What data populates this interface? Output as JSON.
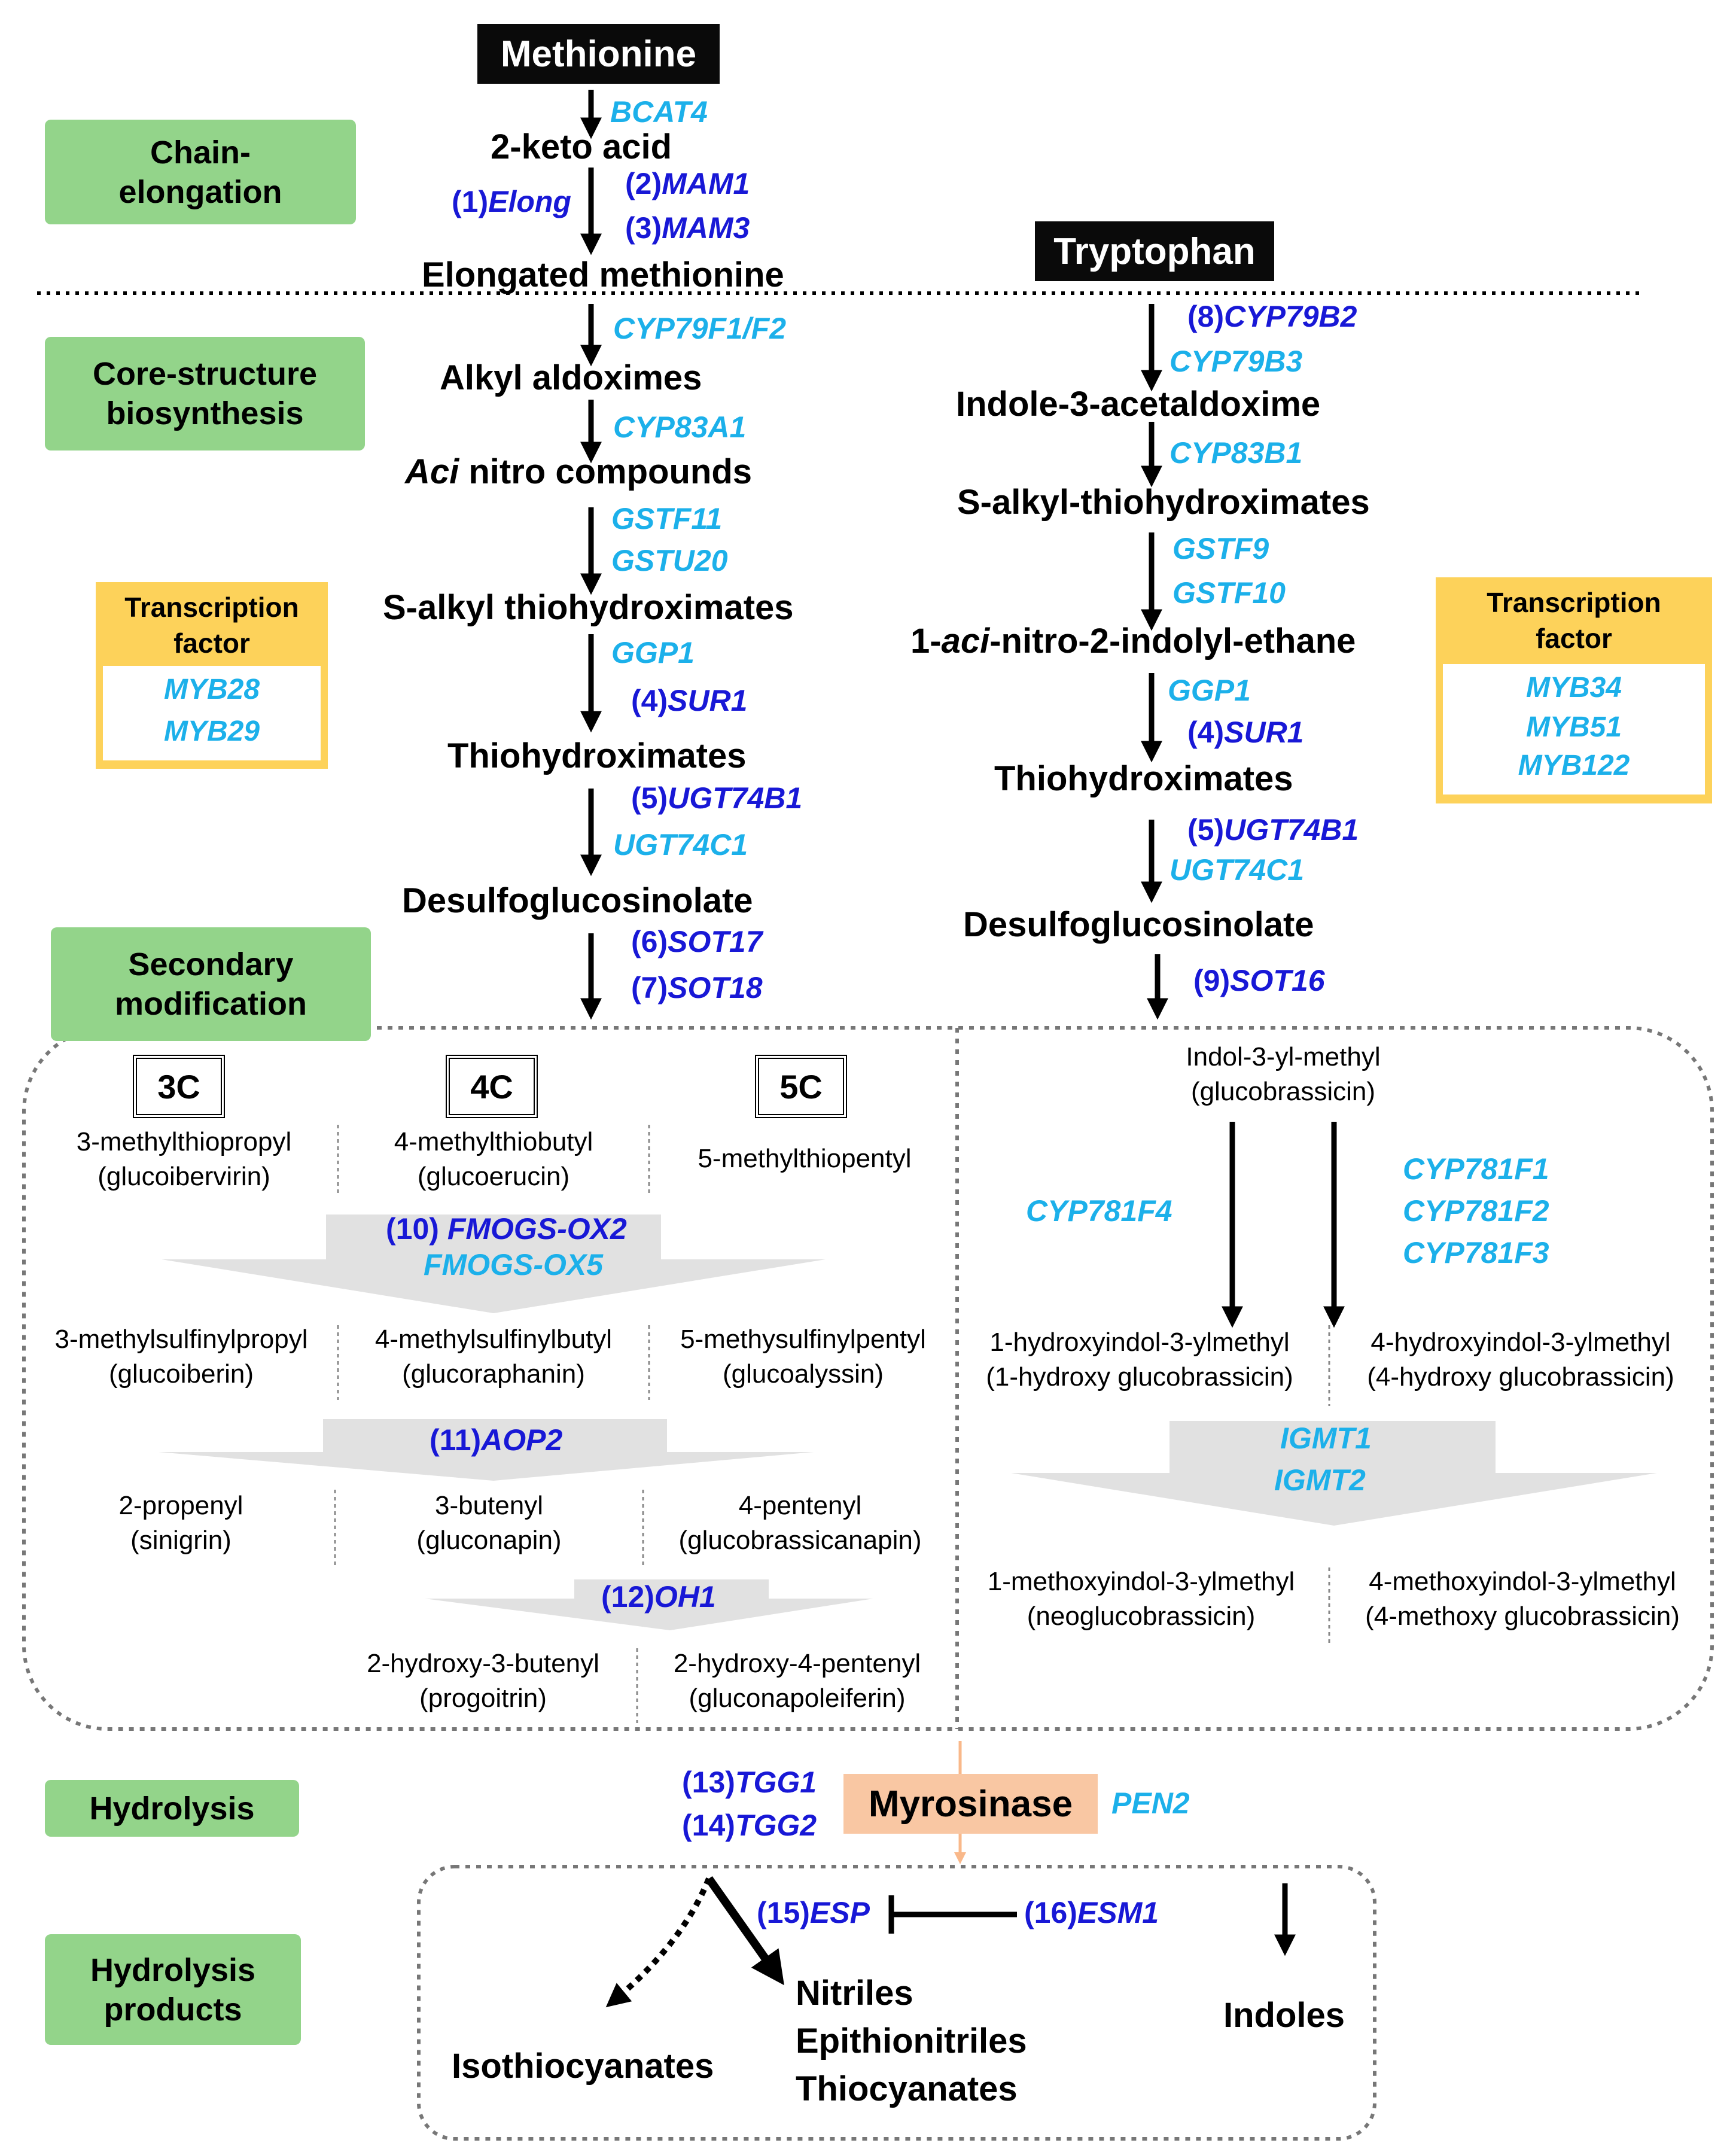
{
  "stages": {
    "chain_elongation": "Chain-\nelongation",
    "core_structure": "Core-structure\nbiosynthesis",
    "secondary_modification": "Secondary\nmodification",
    "hydrolysis": "Hydrolysis",
    "hydrolysis_products": "Hydrolysis\nproducts"
  },
  "start": {
    "methionine": "Methionine",
    "tryptophan": "Tryptophan"
  },
  "aliphatic": {
    "keto_acid": "2-keto acid",
    "elongated_methionine": "Elongated methionine",
    "alkyl_aldoximes": "Alkyl aldoximes",
    "aci_prefix": "Aci",
    "aci_rest": " nitro compounds",
    "s_alkyl": "S-alkyl thiohydroximates",
    "thiohydroximates": "Thiohydroximates",
    "desulfo": "Desulfoglucosinolate",
    "genes": {
      "bcat4": "BCAT4",
      "elong_num": "(1)",
      "elong": "Elong",
      "mam1_num": "(2)",
      "mam1": "MAM1",
      "mam3_num": "(3)",
      "mam3": "MAM3",
      "cyp79f": "CYP79F1/F2",
      "cyp83a1": "CYP83A1",
      "gstf11": "GSTF11",
      "gstu20": "GSTU20",
      "ggp1": "GGP1",
      "sur1_num": "(4)",
      "sur1": "SUR1",
      "ugt74b1_num": "(5)",
      "ugt74b1": "UGT74B1",
      "ugt74c1": "UGT74C1",
      "sot17_num": "(6)",
      "sot17": "SOT17",
      "sot18_num": "(7)",
      "sot18": "SOT18"
    }
  },
  "indolic": {
    "indole_acetaldoxime": "Indole-3-acetaldoxime",
    "s_alkyl": "S-alkyl-thiohydroximates",
    "aci_1": "1-",
    "aci_2": "aci",
    "aci_3": "-nitro-2-indolyl-ethane",
    "thiohydroximates": "Thiohydroximates",
    "desulfo": "Desulfoglucosinolate",
    "genes": {
      "cyp79b2_num": "(8)",
      "cyp79b2": "CYP79B2",
      "cyp79b3": "CYP79B3",
      "cyp83b1": "CYP83B1",
      "gstf9": "GSTF9",
      "gstf10": "GSTF10",
      "ggp1": "GGP1",
      "sur1_num": "(4)",
      "sur1": "SUR1",
      "ugt74b1_num": "(5)",
      "ugt74b1": "UGT74B1",
      "ugt74c1": "UGT74C1",
      "sot16_num": "(9)",
      "sot16": "SOT16"
    }
  },
  "transcription_factors": [
    {
      "title": "Transcription\nfactor",
      "genes": [
        "MYB28",
        "MYB29"
      ]
    },
    {
      "title": "Transcription\nfactor",
      "genes": [
        "MYB34",
        "MYB51",
        "MYB122"
      ]
    }
  ],
  "chain_lengths": [
    "3C",
    "4C",
    "5C"
  ],
  "secondary_aliphatic": {
    "row1": [
      "3-methylthiopropyl\n(glucoibervirin)",
      "4-methylthiobutyl\n(glucoerucin)",
      "5-methylthiopentyl"
    ],
    "fmo_num": "(10) ",
    "fmo1": "FMOGS-OX2",
    "fmo2": "FMOGS-OX5",
    "row2": [
      "3-methylsulfinylpropyl\n(glucoiberin)",
      "4-methylsulfinylbutyl\n(glucoraphanin)",
      "5-methysulfinylpentyl\n(glucoalyssin)"
    ],
    "aop2_num": "(11)",
    "aop2": "AOP2",
    "row3": [
      "2-propenyl\n(sinigrin)",
      "3-butenyl\n(gluconapin)",
      "4-pentenyl\n(glucobrassicanapin)"
    ],
    "oh1_num": "(12)",
    "oh1": "OH1",
    "row4": [
      "2-hydroxy-3-butenyl\n(progoitrin)",
      "2-hydroxy-4-pentenyl\n(gluconapoleiferin)"
    ]
  },
  "secondary_indolic": {
    "top": "Indol-3-yl-methyl\n(glucobrassicin)",
    "cyp781f4": "CYP781F4",
    "cyp781f_group": [
      "CYP781F1",
      "CYP781F2",
      "CYP781F3"
    ],
    "row2": [
      "1-hydroxyindol-3-ylmethyl\n(1-hydroxy glucobrassicin)",
      "4-hydroxyindol-3-ylmethyl\n(4-hydroxy glucobrassicin)"
    ],
    "igmt": [
      "IGMT1",
      "IGMT2"
    ],
    "row3": [
      "1-methoxyindol-3-ylmethyl\n(neoglucobrassicin)",
      "4-methoxyindol-3-ylmethyl\n(4-methoxy glucobrassicin)"
    ]
  },
  "hydrolysis": {
    "tgg1_num": "(13)",
    "tgg1": "TGG1",
    "tgg2_num": "(14)",
    "tgg2": "TGG2",
    "myrosinase": "Myrosinase",
    "pen2": "PEN2",
    "esp_num": "(15)",
    "esp": "ESP",
    "esm1_num": "(16)",
    "esm1": "ESM1",
    "isothiocyanates": "Isothiocyanates",
    "nitriles": "Nitriles\nEpithionitriles\nThiocyanates",
    "indoles": "Indoles"
  },
  "colors": {
    "stage_green": "#93d48a",
    "light_blue_gene": "#1cb0ea",
    "dark_blue_gene": "#1818d6",
    "tf_yellow": "#fdd25a",
    "myrosinase": "#f9c7a3"
  }
}
